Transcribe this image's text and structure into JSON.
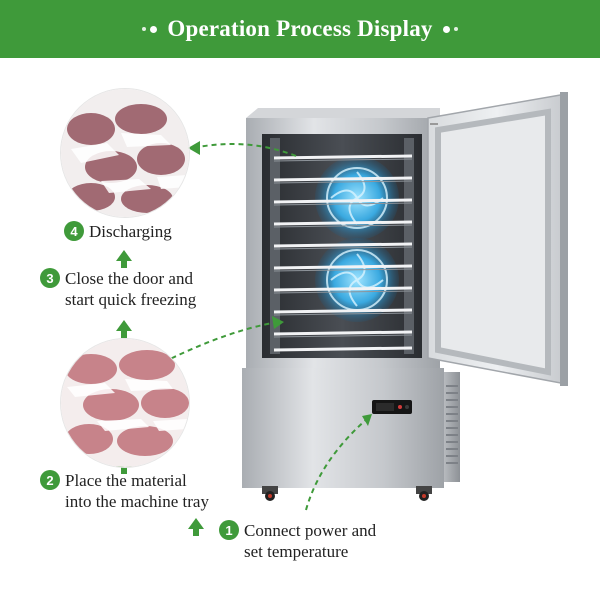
{
  "banner": {
    "title": "Operation Process Display",
    "color": "#3f9a3a"
  },
  "steps": [
    {
      "number": "1",
      "line1": "Connect power and",
      "line2": "set temperature"
    },
    {
      "number": "2",
      "line1": "Place the material",
      "line2": "into the machine tray"
    },
    {
      "number": "3",
      "line1": "Close the door and",
      "line2": "start quick freezing"
    },
    {
      "number": "4",
      "line1": "Discharging",
      "line2": ""
    }
  ],
  "colors": {
    "accent_green": "#3f9a3a",
    "fan_blue": "#3aa9e0",
    "steel": "#c9ccd0"
  },
  "icons": {
    "step_arrow": "arrow-up-icon",
    "pointer_arrow": "dashed-curved-arrow-icon"
  }
}
